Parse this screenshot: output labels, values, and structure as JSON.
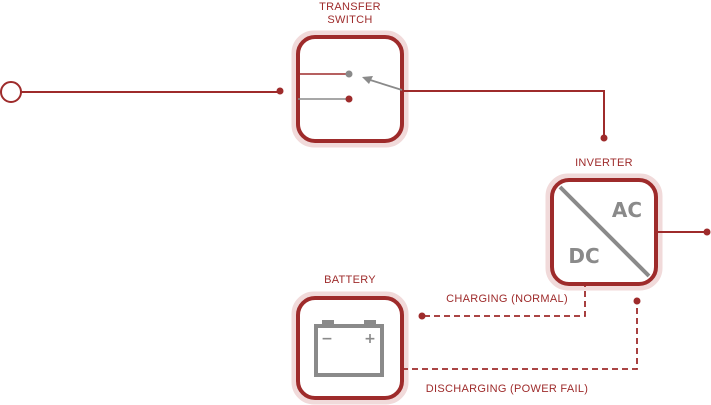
{
  "colors": {
    "primary": "#9e2b2b",
    "accent_gray": "#8a8a8a",
    "glow": "#f1dada",
    "background": "#ffffff"
  },
  "transfer_switch": {
    "label_line1": "TRANSFER",
    "label_line2": "SWITCH"
  },
  "inverter": {
    "label": "INVERTER",
    "ac_label": "AC",
    "dc_label": "DC"
  },
  "battery": {
    "label": "BATTERY",
    "minus_sign": "−",
    "plus_sign": "+"
  },
  "connections": {
    "charging_label": "CHARGING (NORMAL)",
    "discharging_label": "DISCHARGING (POWER FAIL)"
  }
}
